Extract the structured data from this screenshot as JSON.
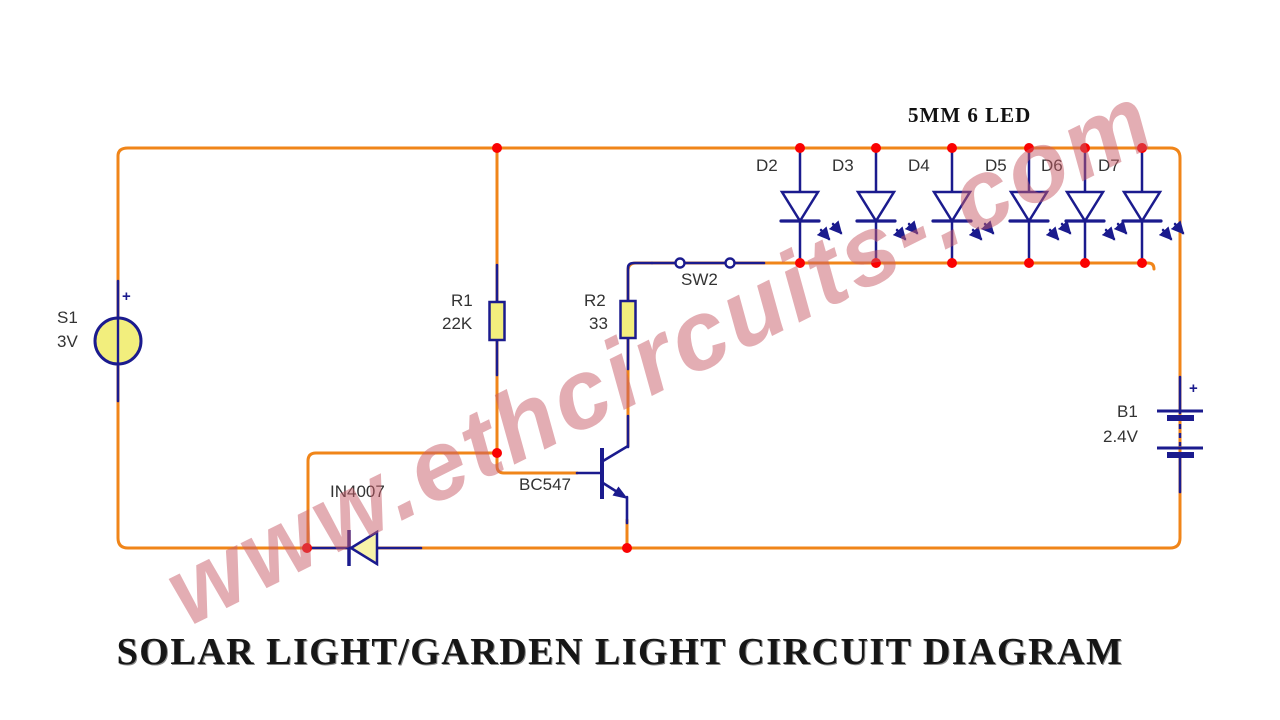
{
  "page": {
    "title": "SOLAR LIGHT/GARDEN LIGHT CIRCUIT DIAGRAM",
    "watermark": "www.ethcircuits-.com"
  },
  "colors": {
    "wire_orange": "#F08519",
    "lead_navy": "#1B1B8E",
    "junction_red": "#FA0202",
    "component_yellow": "#F2EE7D",
    "watermark_pink": "#C75C68"
  },
  "components": {
    "solar_cell": {
      "ref": "S1",
      "value": "3V",
      "polarity": "+"
    },
    "resistor_r1": {
      "ref": "R1",
      "value": "22K"
    },
    "resistor_r2": {
      "ref": "R2",
      "value": "33"
    },
    "switch_sw2": {
      "ref": "SW2"
    },
    "led_bank": {
      "heading": "5MM 6 LED",
      "leds": [
        {
          "ref": "D2"
        },
        {
          "ref": "D3"
        },
        {
          "ref": "D4"
        },
        {
          "ref": "D5"
        },
        {
          "ref": "D6"
        },
        {
          "ref": "D7"
        }
      ]
    },
    "diode": {
      "ref": "IN4007"
    },
    "transistor": {
      "ref": "BC547"
    },
    "battery": {
      "ref": "B1",
      "value": "2.4V",
      "polarity": "+"
    }
  }
}
